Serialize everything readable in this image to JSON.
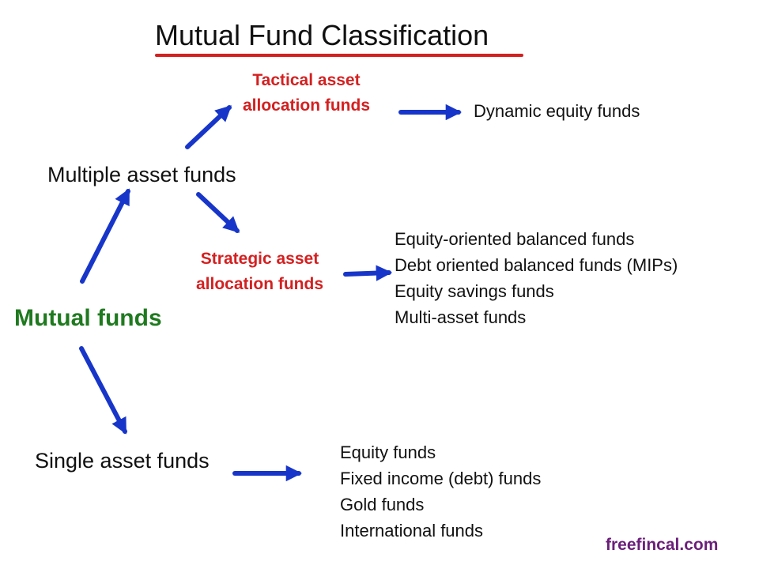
{
  "title": "Mutual Fund Classification",
  "root": "Mutual funds",
  "multiple": {
    "label": "Multiple asset funds",
    "tactical": {
      "line1": "Tactical asset",
      "line2": "allocation funds",
      "items": [
        "Dynamic equity funds"
      ]
    },
    "strategic": {
      "line1": "Strategic asset",
      "line2": "allocation funds",
      "items": [
        "Equity-oriented balanced funds",
        "Debt oriented balanced funds (MIPs)",
        "Equity savings funds",
        "Multi-asset funds"
      ]
    }
  },
  "single": {
    "label": "Single asset funds",
    "items": [
      "Equity funds",
      "Fixed income (debt) funds",
      "Gold funds",
      "International funds"
    ]
  },
  "brand": "freefincal.com",
  "colors": {
    "arrow": "#1736c9",
    "title_underline": "#d32020",
    "root_text": "#1f7a1f",
    "subcategory_text": "#d42020",
    "brand_text": "#6b1f7a"
  }
}
